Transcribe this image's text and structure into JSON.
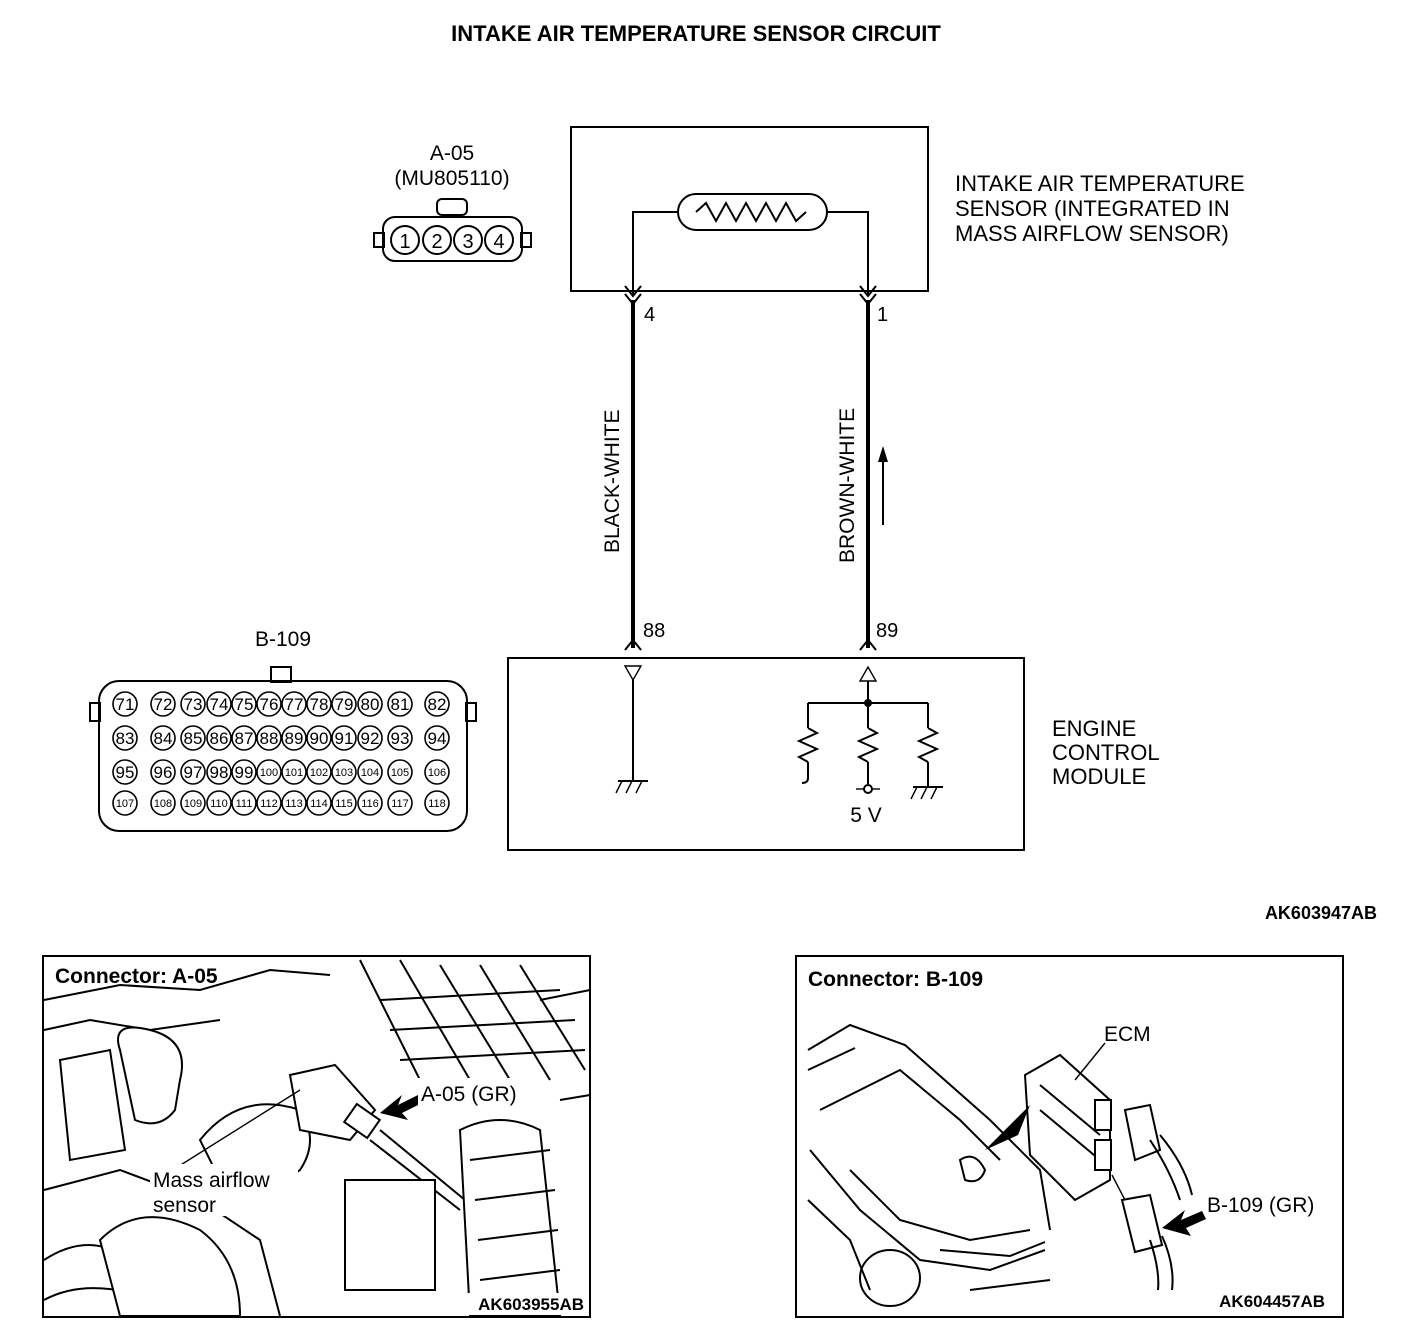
{
  "title": "INTAKE AIR TEMPERATURE SENSOR CIRCUIT",
  "sensor_connector": {
    "id": "A-05",
    "part_number": "(MU805110)",
    "pins": [
      "1",
      "2",
      "3",
      "4"
    ]
  },
  "sensor": {
    "label_lines": [
      "INTAKE AIR TEMPERATURE",
      "SENSOR (INTEGRATED IN",
      "MASS AIRFLOW SENSOR)"
    ]
  },
  "wires": [
    {
      "name": "BLACK-WHITE",
      "sensor_pin": "4",
      "ecm_pin": "88"
    },
    {
      "name": "BROWN-WHITE",
      "sensor_pin": "1",
      "ecm_pin": "89"
    }
  ],
  "ecm": {
    "label_lines": [
      "ENGINE",
      "CONTROL",
      "MODULE"
    ],
    "voltage": "5 V"
  },
  "ecm_connector": {
    "id": "B-109",
    "rows": [
      [
        "71",
        "72",
        "73",
        "74",
        "75",
        "76",
        "77",
        "78",
        "79",
        "80",
        "81",
        "82"
      ],
      [
        "83",
        "84",
        "85",
        "86",
        "87",
        "88",
        "89",
        "90",
        "91",
        "92",
        "93",
        "94"
      ],
      [
        "95",
        "96",
        "97",
        "98",
        "99",
        "100",
        "101",
        "102",
        "103",
        "104",
        "105",
        "106"
      ],
      [
        "107",
        "108",
        "109",
        "110",
        "111",
        "112",
        "113",
        "114",
        "115",
        "116",
        "117",
        "118"
      ]
    ]
  },
  "diagram_code": "AK603947AB",
  "panels": [
    {
      "heading": "Connector: A-05",
      "callout": "A-05 (GR)",
      "label_lines": [
        "Mass airflow",
        "sensor"
      ],
      "code": "AK603955AB"
    },
    {
      "heading": "Connector: B-109",
      "ecm_label": "ECM",
      "callout": "B-109 (GR)",
      "code": "AK604457AB"
    }
  ]
}
